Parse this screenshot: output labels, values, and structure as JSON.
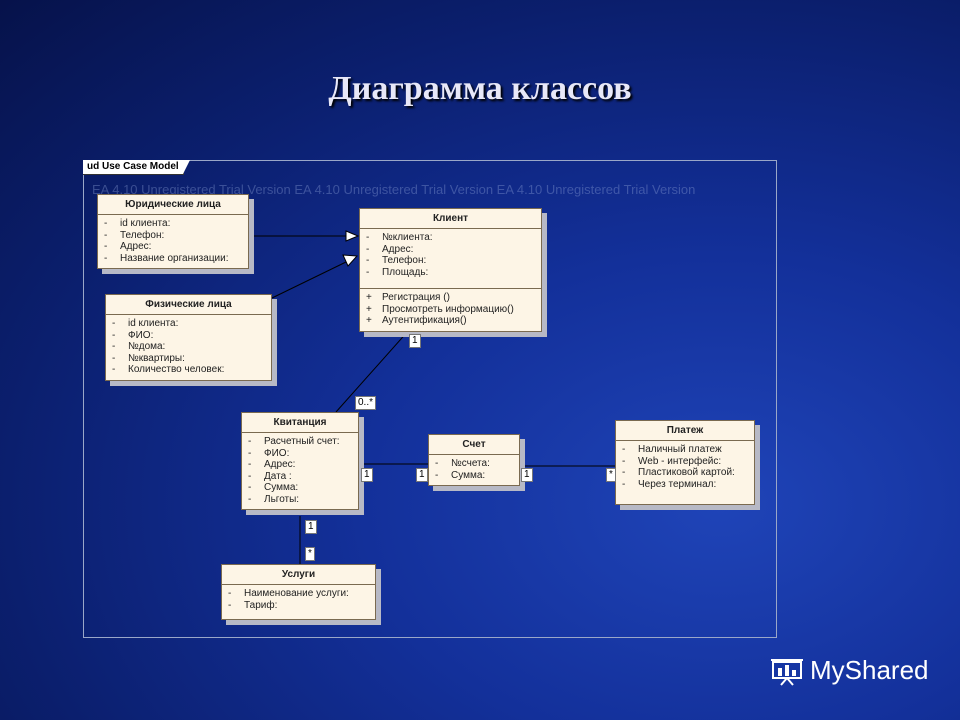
{
  "title": "Диаграмма классов",
  "frame_label": "ud Use Case Model",
  "watermark": "EA 4.10 Unregistered Trial Version   EA 4.10 Unregistered Trial Version   EA 4.10 Unregistered Trial Version",
  "classes": {
    "legal": {
      "name": "Юридические лица",
      "attrs": [
        "id клиента:",
        "Телефон:",
        "Адрес:",
        "Название организации:"
      ],
      "vis": "-"
    },
    "physical": {
      "name": "Физические лица",
      "attrs": [
        "id клиента:",
        "ФИО:",
        "№дома:",
        "№квартиры:",
        "Количество человек:"
      ],
      "vis": "-"
    },
    "client": {
      "name": "Клиент",
      "attrs": [
        "№клиента:",
        "Адрес:",
        "Телефон:",
        "Площадь:"
      ],
      "ops": [
        "Регистрация ()",
        "Просмотреть информацию()",
        "Аутентификация()"
      ],
      "vis": "-",
      "op_vis": "+"
    },
    "receipt": {
      "name": "Квитанция",
      "attrs": [
        "Расчетный счет:",
        "ФИО:",
        "Адрес:",
        "Дата :",
        "Сумма:",
        "Льготы:"
      ],
      "vis": "-"
    },
    "account": {
      "name": "Счет",
      "attrs": [
        "№счета:",
        "Сумма:"
      ],
      "vis": "-"
    },
    "payment": {
      "name": "Платеж",
      "attrs": [
        "Наличный платеж",
        "Web - интерфейс:",
        "Пластиковой картой:",
        "Через терминал:"
      ],
      "vis": "-"
    },
    "services": {
      "name": "Услуги",
      "attrs": [
        "Наименование услуги:",
        "Тариф:"
      ],
      "vis": "-"
    }
  },
  "multiplicities": {
    "client_receipt_top": "1",
    "client_receipt_bottom": "0..*",
    "receipt_account_left": "1",
    "receipt_account_right": "1",
    "account_payment_left": "1",
    "account_payment_right": "*",
    "receipt_services_top": "1",
    "receipt_services_bottom": "*"
  },
  "logo": {
    "text": "MyShared",
    "icon": "presentation-board-icon"
  }
}
